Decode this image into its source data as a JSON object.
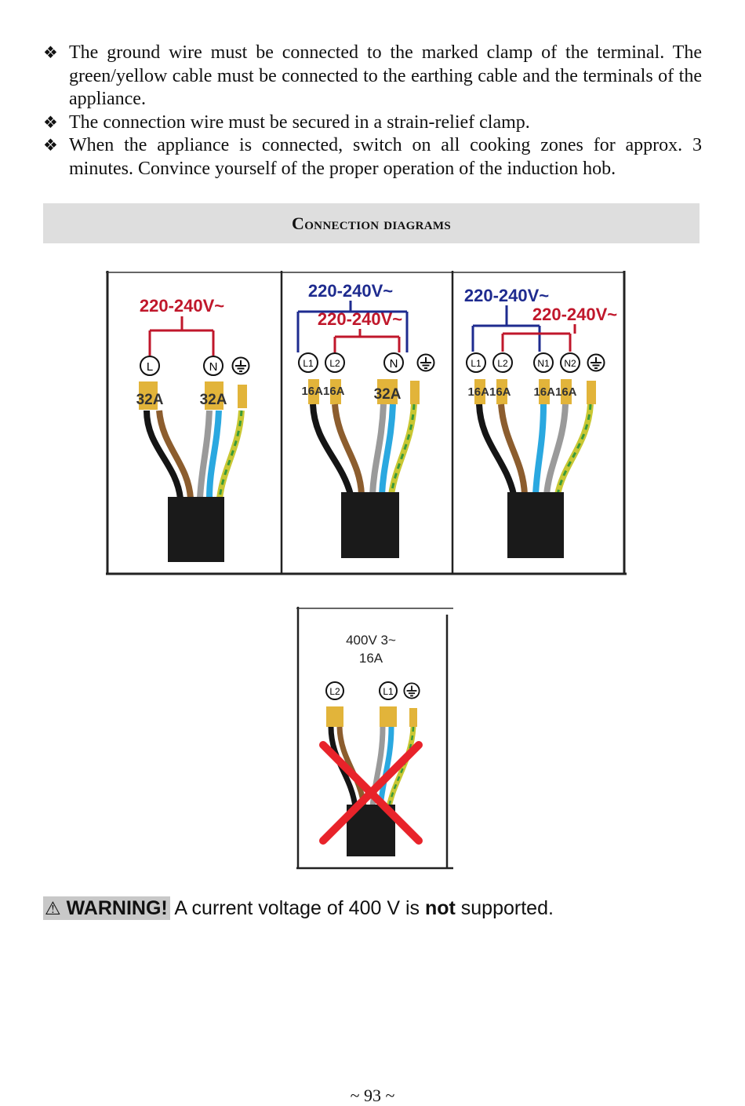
{
  "bullets": [
    {
      "mark": "❖",
      "text": "The ground wire must be connected to the marked clamp of the terminal. The green/yellow cable must be connected to the earthing cable and the terminals of the appliance."
    },
    {
      "mark": "❖",
      "text": "The connection wire must be secured in a strain-relief clamp."
    },
    {
      "mark": "❖",
      "text": "When the appliance is connected, switch on all cooking zones for approx. 3 minutes. Convince yourself of the proper operation of the induction hob."
    }
  ],
  "section_title": "Connection diagrams",
  "diagrams": {
    "panel1": {
      "voltage": "220-240V~",
      "terminals": [
        "L",
        "N"
      ],
      "fuses": [
        "32A",
        "32A"
      ]
    },
    "panel2": {
      "voltage_outer": "220-240V~",
      "voltage_inner": "220-240V~",
      "terminals": [
        "L1",
        "L2",
        "N"
      ],
      "fuses": [
        "16A16A",
        "32A"
      ]
    },
    "panel3": {
      "voltage_outer": "220-240V~",
      "voltage_inner": "220-240V~",
      "terminals": [
        "L1",
        "L2",
        "N1",
        "N2"
      ],
      "fuses": [
        "16A16A",
        "16A16A"
      ]
    },
    "panel4": {
      "voltage_line1": "400V 3~",
      "voltage_line2": "16A",
      "terminals": [
        "L2",
        "L1"
      ]
    }
  },
  "colors": {
    "red_label": "#c0172b",
    "blue_label": "#1e2b8f",
    "cross": "#e8232a"
  },
  "icons": [
    "warning-triangle-icon",
    "ground-icon",
    "bullet-diamond-icon"
  ],
  "warning": {
    "symbol": "⚠",
    "label": "WARNING!",
    "text_pre": "A current voltage of 400 V is",
    "text_bold": "not",
    "text_post": "supported."
  },
  "page_number": "~ 93 ~"
}
